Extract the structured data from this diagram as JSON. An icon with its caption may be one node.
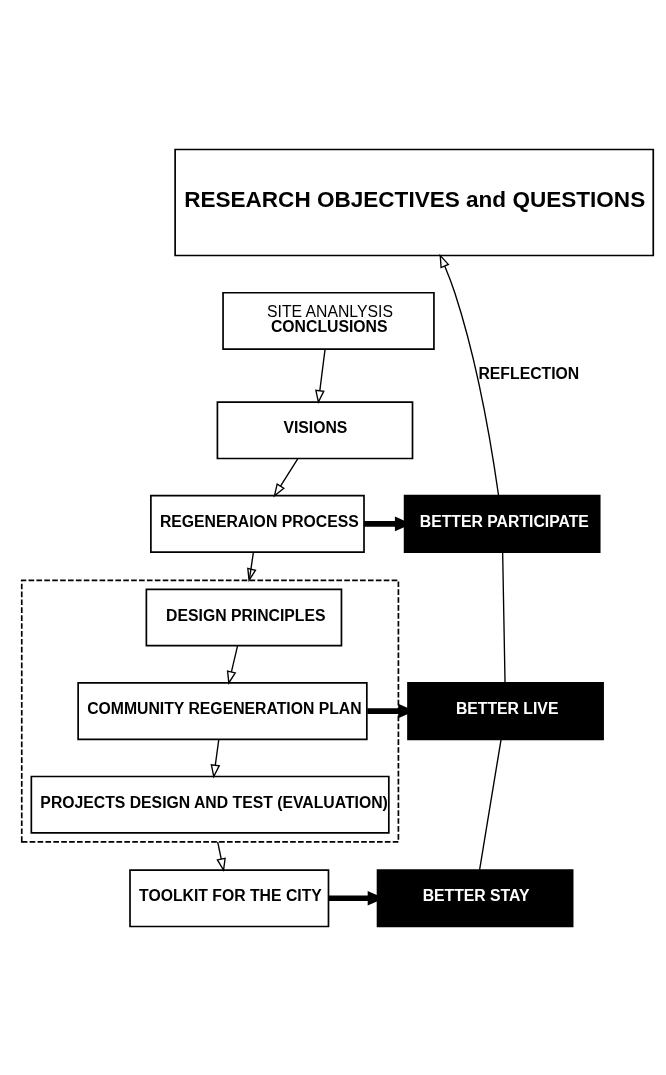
{
  "diagram": {
    "nodes": [
      {
        "text": [
          "RESEARCH OBJECTIVES and QUESTIONS"
        ]
      },
      {
        "text": [
          "SITE ANANLYSIS",
          "CONCLUSIONS"
        ]
      },
      {
        "text": [
          "VISIONS"
        ]
      },
      {
        "text": [
          "REGENERAION PROCESS"
        ]
      },
      {
        "text": [
          "BETTER PARTICIPATE"
        ]
      },
      {
        "text": [],
        "shape": "box"
      },
      {
        "text": [
          "DESIGN PRINCIPLES"
        ],
        "in": 5
      },
      {
        "text": [
          "COMMUNITY REGENERATION PLAN"
        ],
        "in": 5
      },
      {
        "text": [
          "PROJECTS DESIGN AND TEST (EVALUATION)"
        ],
        "in": 5
      },
      {
        "text": [
          "BETTER LIVE"
        ]
      },
      {
        "text": [
          "TOOLKIT FOR THE CITY"
        ]
      },
      {
        "text": [
          "BETTER STAY"
        ]
      }
    ],
    "edges": [
      {
        "from": 1,
        "to": 2,
        "arrow": "to"
      },
      {
        "from": 2,
        "to": 3,
        "arrow": "to"
      },
      {
        "from": 3,
        "to": 4,
        "arrow": "to",
        "style": "thick"
      },
      {
        "from": 3,
        "to": 5,
        "arrow": "to"
      },
      {
        "from": 6,
        "to": 7,
        "arrow": "to"
      },
      {
        "from": 7,
        "to": 9,
        "arrow": "to",
        "style": "thick"
      },
      {
        "from": 7,
        "to": 8,
        "arrow": "to"
      },
      {
        "from": 5,
        "to": 10,
        "arrow": "to"
      },
      {
        "from": 10,
        "to": 11,
        "arrow": "to",
        "style": "thick"
      },
      {
        "from": 11,
        "to": 9,
        "arrow": "none"
      },
      {
        "from": 9,
        "to": 4,
        "arrow": "none"
      },
      {
        "from": 4,
        "to": 0,
        "arrow": "to",
        "label": "REFLECTION"
      }
    ]
  }
}
